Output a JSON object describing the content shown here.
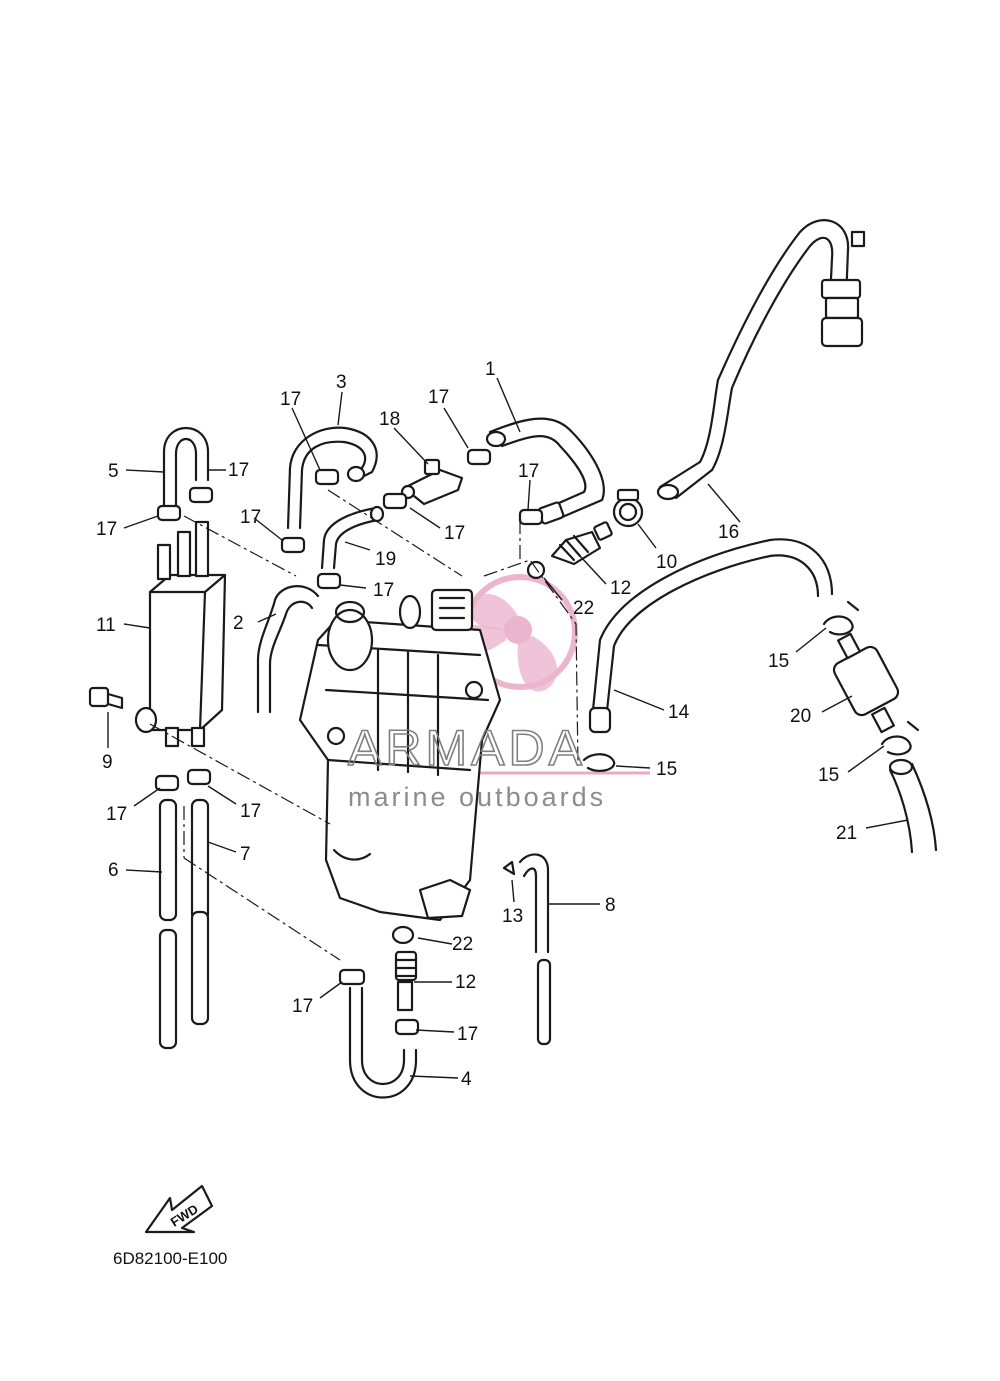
{
  "diagram": {
    "drawing_code": "6D82100-E100",
    "fwd_label": "FWD",
    "watermark": {
      "brand": "ARMADA",
      "tagline": "marine outboards",
      "logo_color": "#e8a9c6",
      "line_color": "#e8a9c6"
    },
    "callouts": [
      {
        "id": "c1",
        "label": "1"
      },
      {
        "id": "c2",
        "label": "2"
      },
      {
        "id": "c3",
        "label": "3"
      },
      {
        "id": "c4",
        "label": "4"
      },
      {
        "id": "c5",
        "label": "5"
      },
      {
        "id": "c6",
        "label": "6"
      },
      {
        "id": "c7",
        "label": "7"
      },
      {
        "id": "c8",
        "label": "8"
      },
      {
        "id": "c9",
        "label": "9"
      },
      {
        "id": "c10",
        "label": "10"
      },
      {
        "id": "c11",
        "label": "11"
      },
      {
        "id": "c12a",
        "label": "12"
      },
      {
        "id": "c12b",
        "label": "12"
      },
      {
        "id": "c13",
        "label": "13"
      },
      {
        "id": "c14",
        "label": "14"
      },
      {
        "id": "c15a",
        "label": "15"
      },
      {
        "id": "c15b",
        "label": "15"
      },
      {
        "id": "c15c",
        "label": "15"
      },
      {
        "id": "c16",
        "label": "16"
      },
      {
        "id": "c17a",
        "label": "17"
      },
      {
        "id": "c17b",
        "label": "17"
      },
      {
        "id": "c17c",
        "label": "17"
      },
      {
        "id": "c17d",
        "label": "17"
      },
      {
        "id": "c17e",
        "label": "17"
      },
      {
        "id": "c17f",
        "label": "17"
      },
      {
        "id": "c17g",
        "label": "17"
      },
      {
        "id": "c17h",
        "label": "17"
      },
      {
        "id": "c17i",
        "label": "17"
      },
      {
        "id": "c17j",
        "label": "17"
      },
      {
        "id": "c17k",
        "label": "17"
      },
      {
        "id": "c17l",
        "label": "17"
      },
      {
        "id": "c17m",
        "label": "17"
      },
      {
        "id": "c18",
        "label": "18"
      },
      {
        "id": "c19",
        "label": "19"
      },
      {
        "id": "c20",
        "label": "20"
      },
      {
        "id": "c21",
        "label": "21"
      },
      {
        "id": "c22a",
        "label": "22"
      },
      {
        "id": "c22b",
        "label": "22"
      }
    ]
  }
}
